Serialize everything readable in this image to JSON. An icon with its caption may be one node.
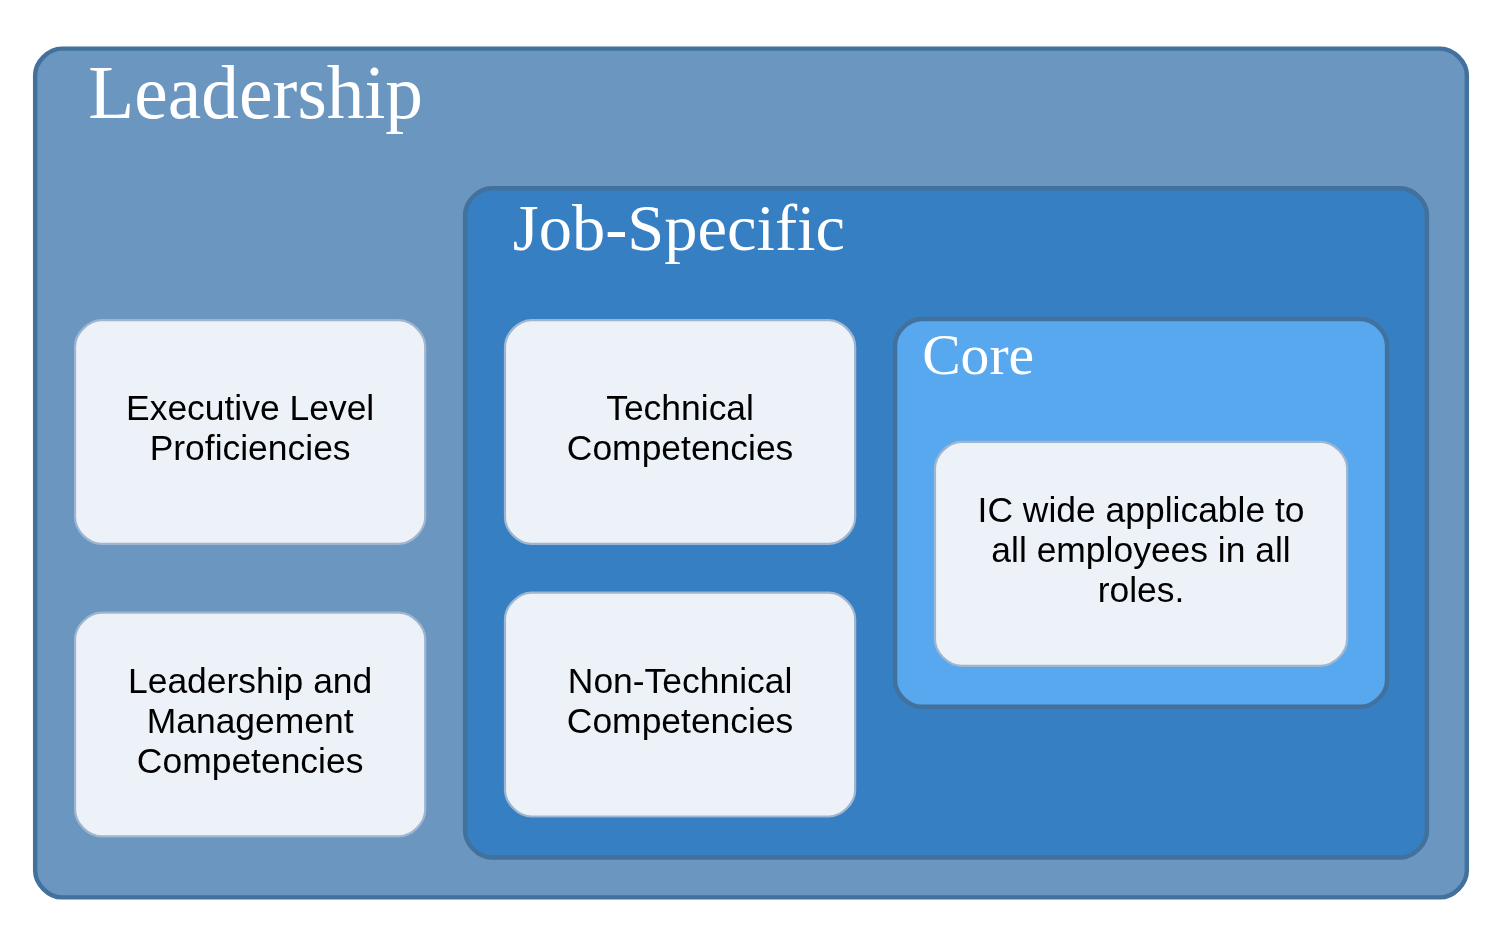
{
  "diagram": {
    "nodes": [
      {
        "text": [
          "Leadership"
        ]
      },
      {
        "text": [
          "Executive Level Proficiencies"
        ],
        "in": 0
      },
      {
        "text": [
          "Leadership and Management Competencies"
        ],
        "in": 0
      },
      {
        "text": [
          "Job-Specific"
        ],
        "in": 0
      },
      {
        "text": [
          "Technical Competencies"
        ],
        "in": 3
      },
      {
        "text": [
          "Non-Technical Competencies"
        ],
        "in": 3
      },
      {
        "text": [
          "Core"
        ],
        "in": 3
      },
      {
        "text": [
          "IC wide applicable to all employees in all roles."
        ],
        "in": 6
      }
    ],
    "edges": []
  }
}
